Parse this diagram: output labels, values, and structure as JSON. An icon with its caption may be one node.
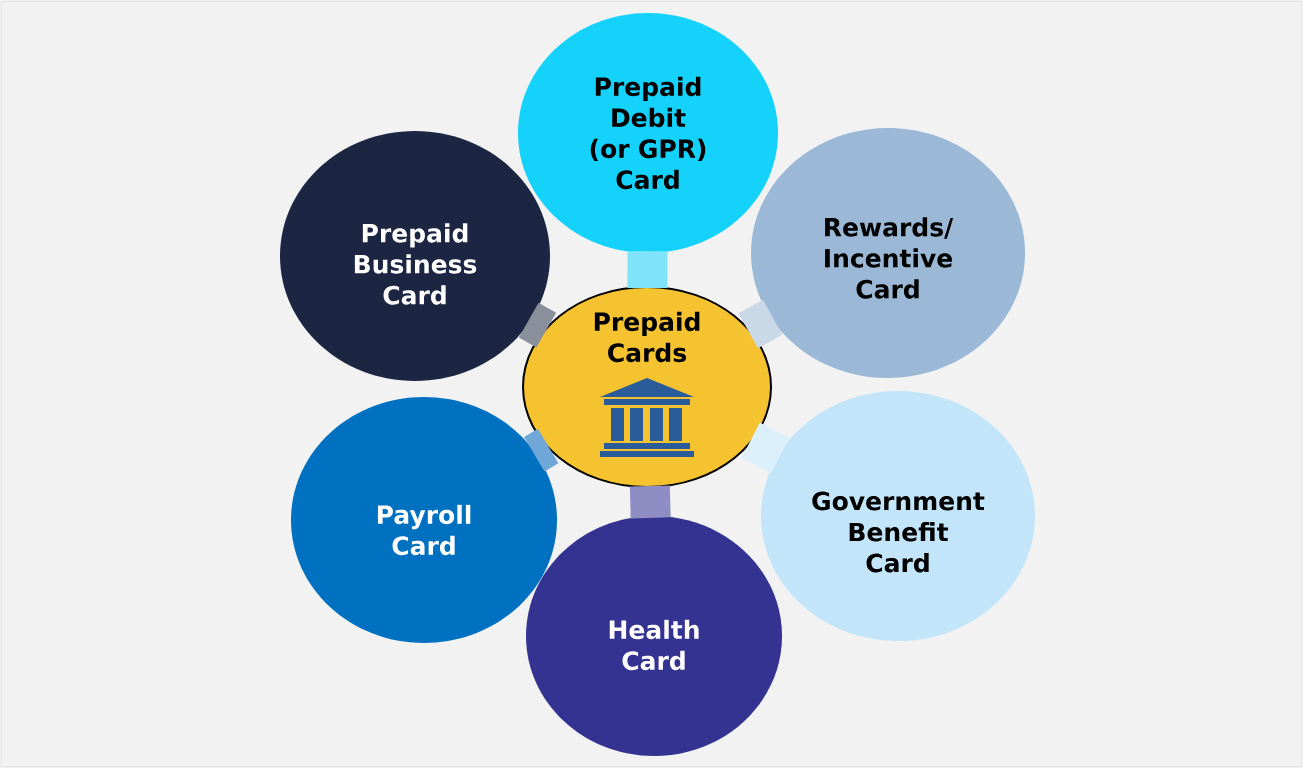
{
  "diagram": {
    "nodes": [
      {
        "text": [
          "Prepaid Cards"
        ]
      },
      {
        "text": [
          "Prepaid Debit (or GPR) Card"
        ]
      },
      {
        "text": [
          "Rewards/ Incentive Card"
        ]
      },
      {
        "text": [
          "Government Benefit Card"
        ]
      },
      {
        "text": [
          "Health Card"
        ]
      },
      {
        "text": [
          "Payroll Card"
        ]
      },
      {
        "text": [
          "Prepaid Business Card"
        ]
      }
    ],
    "edges": [
      {
        "from": 0,
        "to": 1,
        "arrow": "none",
        "color": "#7fe3fa"
      },
      {
        "from": 0,
        "to": 2,
        "arrow": "none",
        "color": "#c9d9e8"
      },
      {
        "from": 0,
        "to": 3,
        "arrow": "none",
        "color": "#dcf0fc"
      },
      {
        "from": 0,
        "to": 4,
        "arrow": "none",
        "color": "#8e8ec4"
      },
      {
        "from": 0,
        "to": 5,
        "arrow": "none",
        "color": "#6fa8d8"
      },
      {
        "from": 0,
        "to": 6,
        "arrow": "none",
        "color": "#8a8f9c"
      }
    ]
  }
}
